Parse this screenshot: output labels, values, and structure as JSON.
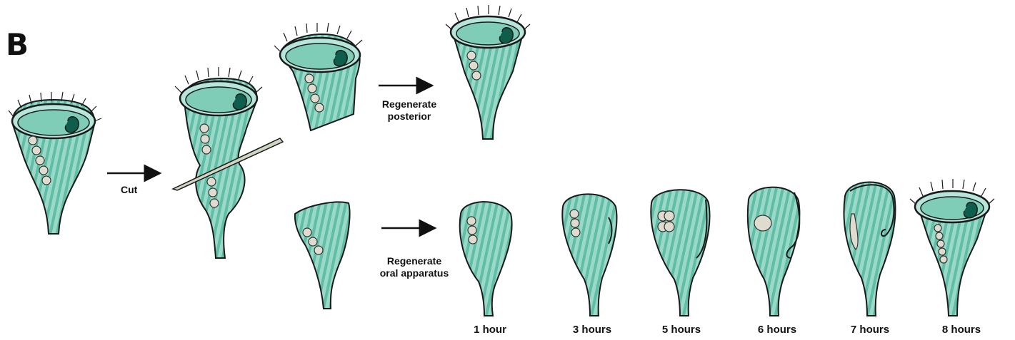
{
  "figure": {
    "panel_label": "B",
    "cut_label": "Cut",
    "regenerate_posterior": [
      "Regenerate",
      "posterior"
    ],
    "regenerate_oral": [
      "Regenerate",
      "oral apparatus"
    ],
    "time_labels": [
      "1 hour",
      "3 hours",
      "5 hours",
      "6 hours",
      "7 hours",
      "8 hours"
    ]
  },
  "colors": {
    "cell_fill": "#8fd3c1",
    "cell_stripe": "#3fae93",
    "outline": "#1a1a1a",
    "nucleus": "#dedbcf",
    "cilia": "#1a1a1a",
    "blade": "#cfd6c2"
  }
}
